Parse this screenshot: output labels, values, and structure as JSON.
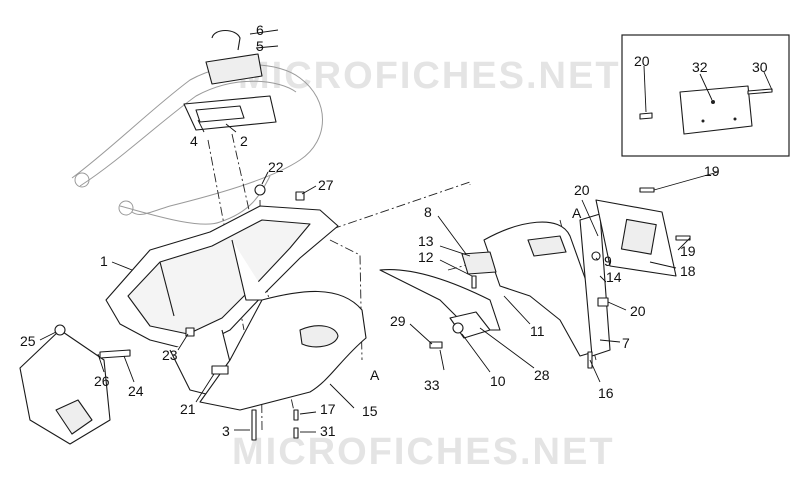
{
  "watermark": {
    "top": "MICROFICHES.NET",
    "bottom": "MICROFICHES.NET"
  },
  "callouts": {
    "c1": "1",
    "c2": "2",
    "c3": "3",
    "c4": "4",
    "c5": "5",
    "c6": "6",
    "c7": "7",
    "c8": "8",
    "c9": "9",
    "c10": "10",
    "c11": "11",
    "c12": "12",
    "c13": "13",
    "c14": "14",
    "c15": "15",
    "c16": "16",
    "c17": "17",
    "c18": "18",
    "c19a": "19",
    "c19b": "19",
    "c20a": "20",
    "c20b": "20",
    "c20c": "20",
    "c21": "21",
    "c22": "22",
    "c23": "23",
    "c24": "24",
    "c25": "25",
    "c26": "26",
    "c27": "27",
    "c28": "28",
    "c29": "29",
    "c30": "30",
    "c31": "31",
    "c32": "32",
    "c33": "33",
    "refA1": "A",
    "refA2": "A"
  }
}
